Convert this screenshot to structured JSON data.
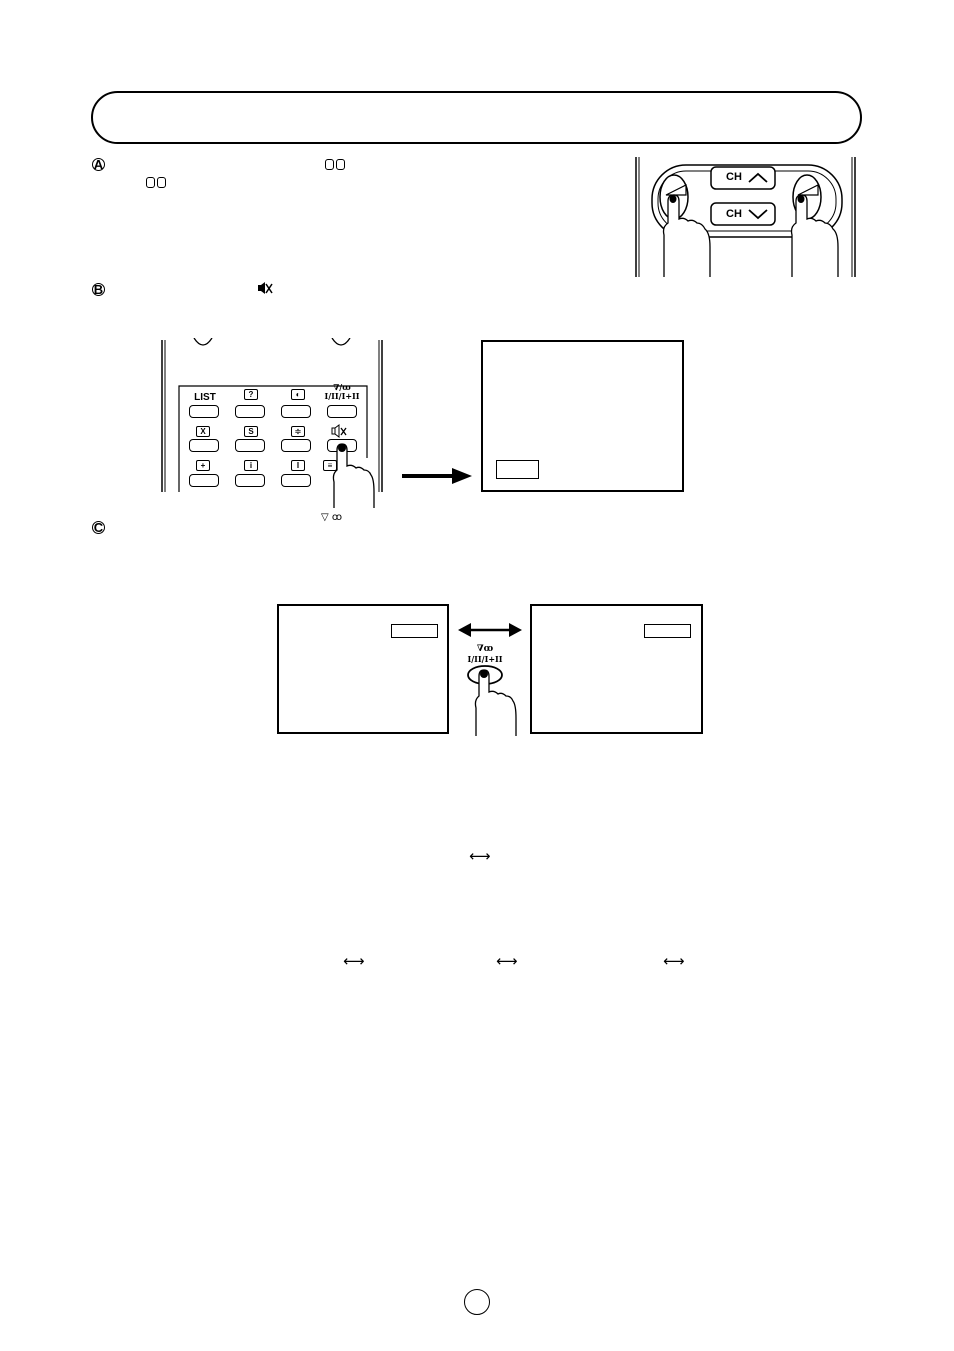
{
  "markers": {
    "a": "A",
    "b": "B",
    "c": "C"
  },
  "icons": {
    "volume_keys": "volume-keys-icon",
    "mute": "mute-icon",
    "sound_mode": "sound-mode-icon"
  },
  "ch_panel": {
    "ch_up_label": "CH",
    "ch_down_label": "CH"
  },
  "remote": {
    "list_label": "LIST",
    "sound_key_top": "∇/ꝏ",
    "sound_key_bottom": "I/II/I+II"
  },
  "sound_button_label_top": "∇ꝏ",
  "sound_button_label_bottom": "I/II/I+II",
  "arrows": {
    "row1": "⟷",
    "row2": [
      "⟷",
      "⟷",
      "⟷"
    ]
  }
}
